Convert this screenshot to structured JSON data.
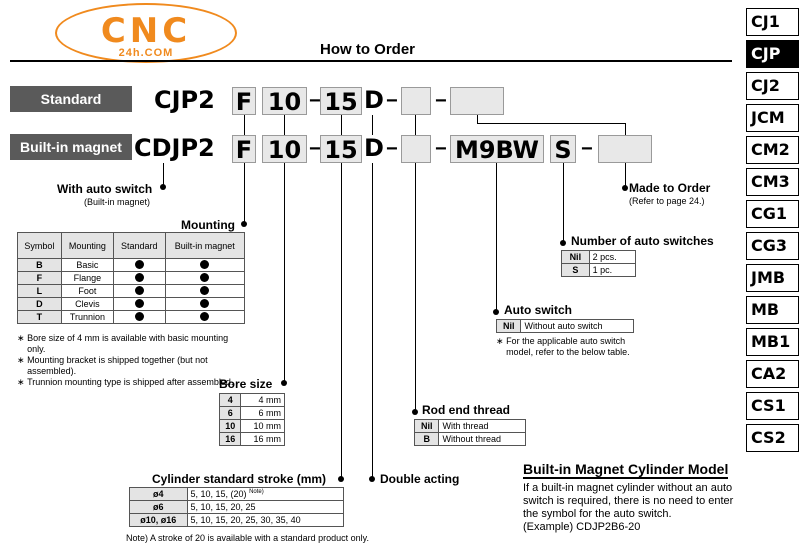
{
  "logo": {
    "main": "CNC",
    "sub": "24h.COM"
  },
  "title": "How to Order",
  "tabs": [
    "CJ1",
    "CJP",
    "CJ2",
    "JCM",
    "CM2",
    "CM3",
    "CG1",
    "CG3",
    "JMB",
    "MB",
    "MB1",
    "CA2",
    "CS1",
    "CS2"
  ],
  "active_tab": "CJP",
  "rows": {
    "standard": {
      "label": "Standard",
      "prefix": "CJP2",
      "mount": "F",
      "bore": "10",
      "stroke": "15",
      "action": "D"
    },
    "builtin": {
      "label": "Built-in magnet",
      "prefix": "CDJP2",
      "mount": "F",
      "bore": "10",
      "stroke": "15",
      "action": "D",
      "switch": "M9BW",
      "count": "S"
    }
  },
  "with_switch": {
    "title": "With auto switch",
    "sub": "(Built-in magnet)"
  },
  "mounting": {
    "title": "Mounting",
    "headers": [
      "Symbol",
      "Mounting",
      "Standard",
      "Built-in magnet"
    ],
    "rows": [
      {
        "symbol": "B",
        "name": "Basic"
      },
      {
        "symbol": "F",
        "name": "Flange"
      },
      {
        "symbol": "L",
        "name": "Foot"
      },
      {
        "symbol": "D",
        "name": "Clevis"
      },
      {
        "symbol": "T",
        "name": "Trunnion"
      }
    ],
    "notes": [
      "Bore size of 4 mm is available with basic mounting only.",
      "Mounting bracket is shipped together (but not assembled).",
      "Trunnion mounting type is shipped after assembled."
    ]
  },
  "bore": {
    "title": "Bore size",
    "rows": [
      [
        "4",
        "4 mm"
      ],
      [
        "6",
        "6 mm"
      ],
      [
        "10",
        "10 mm"
      ],
      [
        "16",
        "16 mm"
      ]
    ]
  },
  "stroke": {
    "title": "Cylinder standard stroke (mm)",
    "rows": [
      [
        "ø4",
        "5, 10, 15, (20)",
        "Note)"
      ],
      [
        "ø6",
        "5, 10, 15, 20, 25",
        ""
      ],
      [
        "ø10, ø16",
        "5, 10, 15, 20, 25, 30, 35, 40",
        ""
      ]
    ],
    "note": "Note) A stroke of 20 is available with a standard product only."
  },
  "double_acting": "Double acting",
  "rod_end": {
    "title": "Rod end thread",
    "rows": [
      [
        "Nil",
        "With thread"
      ],
      [
        "B",
        "Without thread"
      ]
    ]
  },
  "auto_switch": {
    "title": "Auto switch",
    "rows": [
      [
        "Nil",
        "Without auto switch"
      ]
    ],
    "note": "For the applicable auto switch model, refer to the below table."
  },
  "num_switches": {
    "title": "Number of auto switches",
    "rows": [
      [
        "Nil",
        "2 pcs."
      ],
      [
        "S",
        "1 pc."
      ]
    ]
  },
  "made_to_order": {
    "title": "Made to Order",
    "sub": "(Refer to page 24.)"
  },
  "model": {
    "title": "Built-in Magnet Cylinder Model",
    "text": "If a built-in magnet cylinder without an auto switch is required, there is no need to enter the symbol for the auto switch.",
    "example": "(Example) CDJP2B6-20"
  },
  "symbols": {
    "dash": "−",
    "bullet_marker": "∗",
    "dot": "●"
  }
}
